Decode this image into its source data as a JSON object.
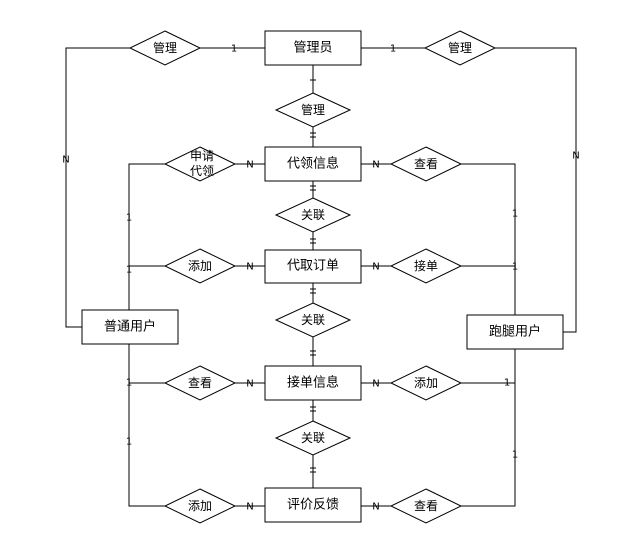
{
  "entities": {
    "admin": "管理员",
    "proxy_info": "代领信息",
    "order": "代取订单",
    "accept_info": "接单信息",
    "feedback": "评价反馈",
    "user": "普通用户",
    "runner": "跑腿用户"
  },
  "relations": {
    "manage_left": "管理",
    "manage_right": "管理",
    "manage_mid": "管理",
    "apply_proxy_line1": "申请",
    "apply_proxy_line2": "代领",
    "view_proxy": "查看",
    "link_1": "关联",
    "add_order": "添加",
    "take_order": "接单",
    "link_2": "关联",
    "view_accept": "查看",
    "add_accept": "添加",
    "link_3": "关联",
    "add_feedback": "添加",
    "view_feedback": "查看"
  },
  "cardinality": {
    "admin_left_1": "1",
    "admin_right_1": "1",
    "user_N": "N",
    "runner_N": "N",
    "proxy_apply_N": "N",
    "proxy_view_N": "N",
    "user_side_1a": "1",
    "user_side_1b": "1",
    "order_add_N": "N",
    "order_take_N": "N",
    "runner_side_1a": "1",
    "runner_side_1b": "1",
    "user_side_1c": "1",
    "accept_view_N": "N",
    "accept_add_N": "N",
    "runner_side_1c": "1",
    "user_side_1d": "1",
    "feedback_add_N": "N",
    "feedback_view_N": "N",
    "runner_side_1d": "1"
  }
}
